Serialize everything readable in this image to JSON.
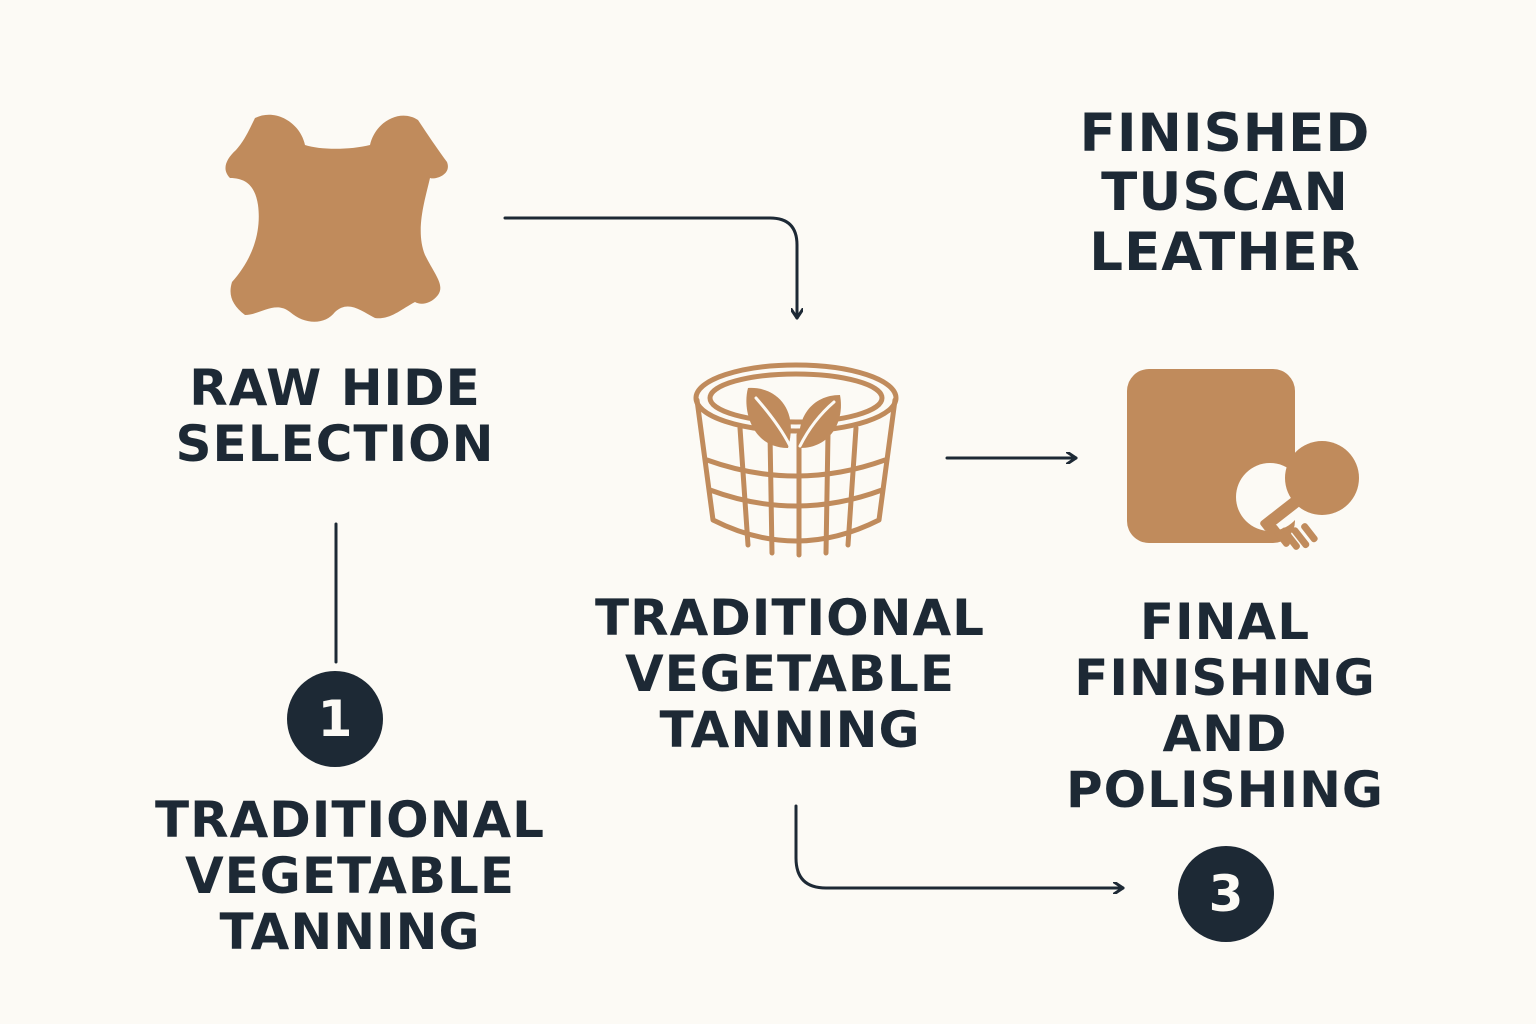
{
  "colors": {
    "background": "#fcfaf5",
    "leather": "#c08b5c",
    "ink": "#1d2935"
  },
  "icons": [
    "hide-icon",
    "tanning-vat-icon",
    "polished-leather-icon"
  ],
  "steps": {
    "raw_hide": {
      "lines": [
        "RAW HIDE",
        "SELECTION"
      ]
    },
    "traditional_mid": {
      "lines": [
        "TRADITIONAL",
        "VEGETABLE",
        "TANNING"
      ]
    },
    "traditional_low": {
      "lines": [
        "TRADITIONAL",
        "VEGETABLE",
        "TANNING"
      ]
    },
    "finished": {
      "lines": [
        "FINISHED",
        "TUSCAN",
        "LEATHER"
      ]
    },
    "final": {
      "lines": [
        "FINAL",
        "FINISHING",
        "AND",
        "POLISHING"
      ]
    }
  },
  "badges": {
    "one": "1",
    "three": "3"
  }
}
